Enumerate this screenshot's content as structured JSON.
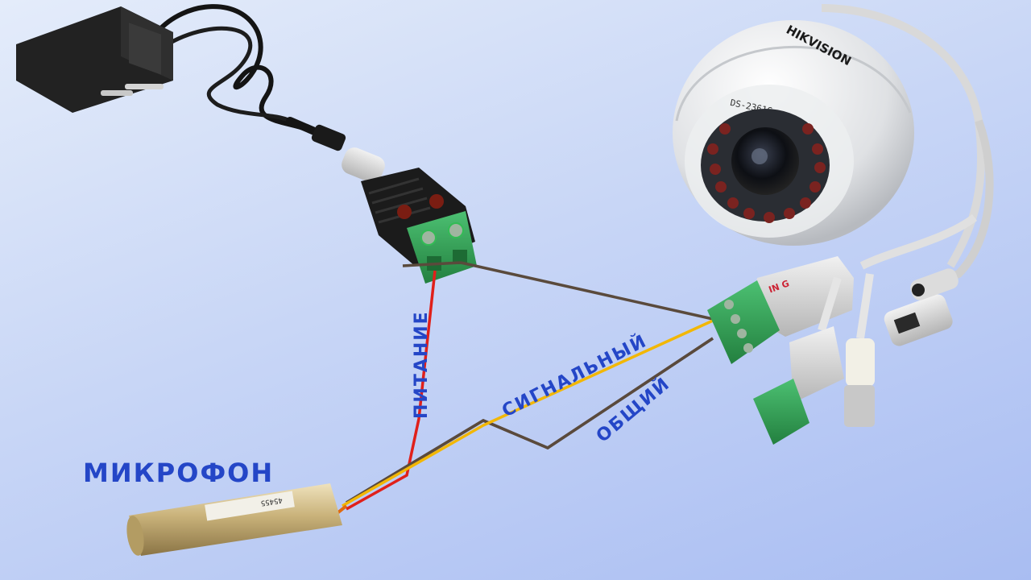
{
  "labels": {
    "microphone": "МИКРОФОН",
    "power": "ПИТАНИЕ",
    "signal": "СИГНАЛЬНЫЙ",
    "common": "ОБЩИЙ",
    "camera_brand": "HIKVISION",
    "camera_model": "DS-2361G",
    "terminal_marks": "IN G",
    "mic_marking": "45455"
  },
  "colors": {
    "background": "#b9c9f4",
    "label_text": "#2446c7",
    "wire_power": "#e0201a",
    "wire_signal": "#f2b705",
    "wire_common": "#5a4a3c",
    "terminal_green": "#2f9e54"
  },
  "icons": {
    "adapter": "power-adapter-icon",
    "dc_connector": "dc-terminal-connector-icon",
    "camera": "dome-camera-icon",
    "microphone": "microphone-cylinder-icon",
    "audio_terminal": "audio-terminal-block-icon"
  }
}
